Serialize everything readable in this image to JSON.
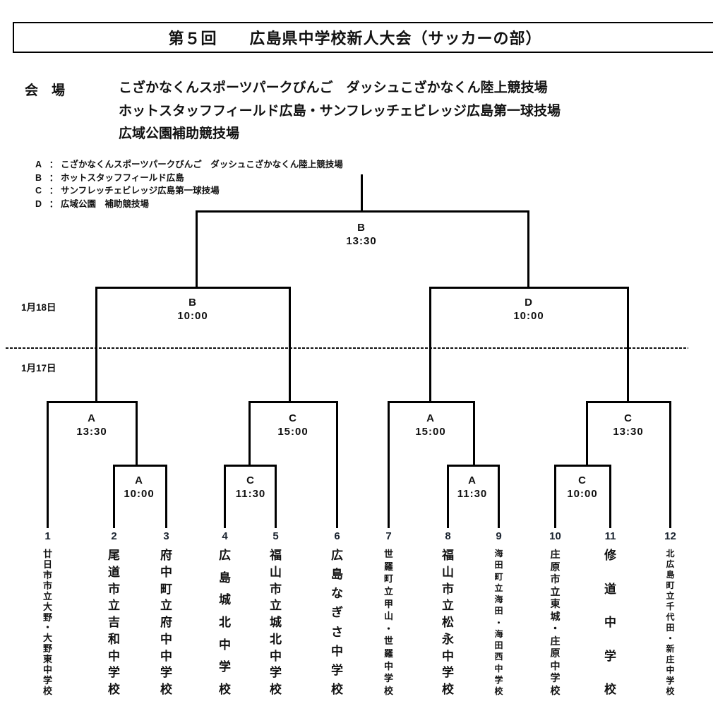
{
  "title": "第５回　　広島県中学校新人大会（サッカーの部）",
  "venue": {
    "label": "会　場",
    "lines": [
      "こざかなくんスポーツパークびんご　ダッシュこざかなくん陸上競技場",
      "ホットスタッフフィールド広島・サンフレッチェビレッジ広島第一球技場",
      "広域公園補助競技場"
    ]
  },
  "legend": {
    "separator": "：",
    "items": [
      {
        "key": "A",
        "name": "こざかなくんスポーツパークびんご　ダッシュこざかなくん陸上競技場"
      },
      {
        "key": "B",
        "name": "ホットスタッフフィールド広島"
      },
      {
        "key": "C",
        "name": "サンフレッチェビレッジ広島第一球技場"
      },
      {
        "key": "D",
        "name": "広域公園　補助競技場"
      }
    ]
  },
  "dates": {
    "day2": "1月18日",
    "day1": "1月17日"
  },
  "matches": {
    "final": {
      "venue": "B",
      "time": "13:30"
    },
    "sf_left": {
      "venue": "B",
      "time": "10:00"
    },
    "sf_right": {
      "venue": "D",
      "time": "10:00"
    },
    "qf1": {
      "venue": "A",
      "time": "13:30"
    },
    "qf2": {
      "venue": "C",
      "time": "15:00"
    },
    "qf3": {
      "venue": "A",
      "time": "15:00"
    },
    "qf4": {
      "venue": "C",
      "time": "13:30"
    },
    "r1a": {
      "venue": "A",
      "time": "10:00"
    },
    "r1b": {
      "venue": "C",
      "time": "11:30"
    },
    "r1c": {
      "venue": "A",
      "time": "11:30"
    },
    "r1d": {
      "venue": "C",
      "time": "10:00"
    }
  },
  "teams": [
    {
      "number": "1",
      "name": "廿日市市立大野・大野東中学校"
    },
    {
      "number": "2",
      "name": "尾道市立吉和中学校"
    },
    {
      "number": "3",
      "name": "府中町立府中中学校"
    },
    {
      "number": "4",
      "name": "広島城北中学校"
    },
    {
      "number": "5",
      "name": "福山市立城北中学校"
    },
    {
      "number": "6",
      "name": "広島なぎさ中学校"
    },
    {
      "number": "7",
      "name": "世羅町立甲山・世羅中学校"
    },
    {
      "number": "8",
      "name": "福山市立松永中学校"
    },
    {
      "number": "9",
      "name": "海田町立海田・海田西中学校"
    },
    {
      "number": "10",
      "name": "庄原市立東城・庄原中学校"
    },
    {
      "number": "11",
      "name": "修道中学校"
    },
    {
      "number": "12",
      "name": "北広島町立千代田・新庄中学校"
    }
  ]
}
